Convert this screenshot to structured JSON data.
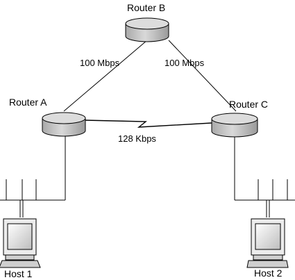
{
  "routers": {
    "a": {
      "label": "Router A"
    },
    "b": {
      "label": "Router B"
    },
    "c": {
      "label": "Router C"
    }
  },
  "links": {
    "a_b": {
      "label": "100 Mbps"
    },
    "b_c": {
      "label": "100 Mbps"
    },
    "a_c": {
      "label": "128 Kbps"
    }
  },
  "hosts": {
    "h1": {
      "label": "Host 1"
    },
    "h2": {
      "label": "Host 2"
    }
  },
  "colors": {
    "router_body": "#c8c8c8",
    "router_top": "#d8d8d8",
    "stroke": "#000000",
    "screen": "#dedede"
  }
}
